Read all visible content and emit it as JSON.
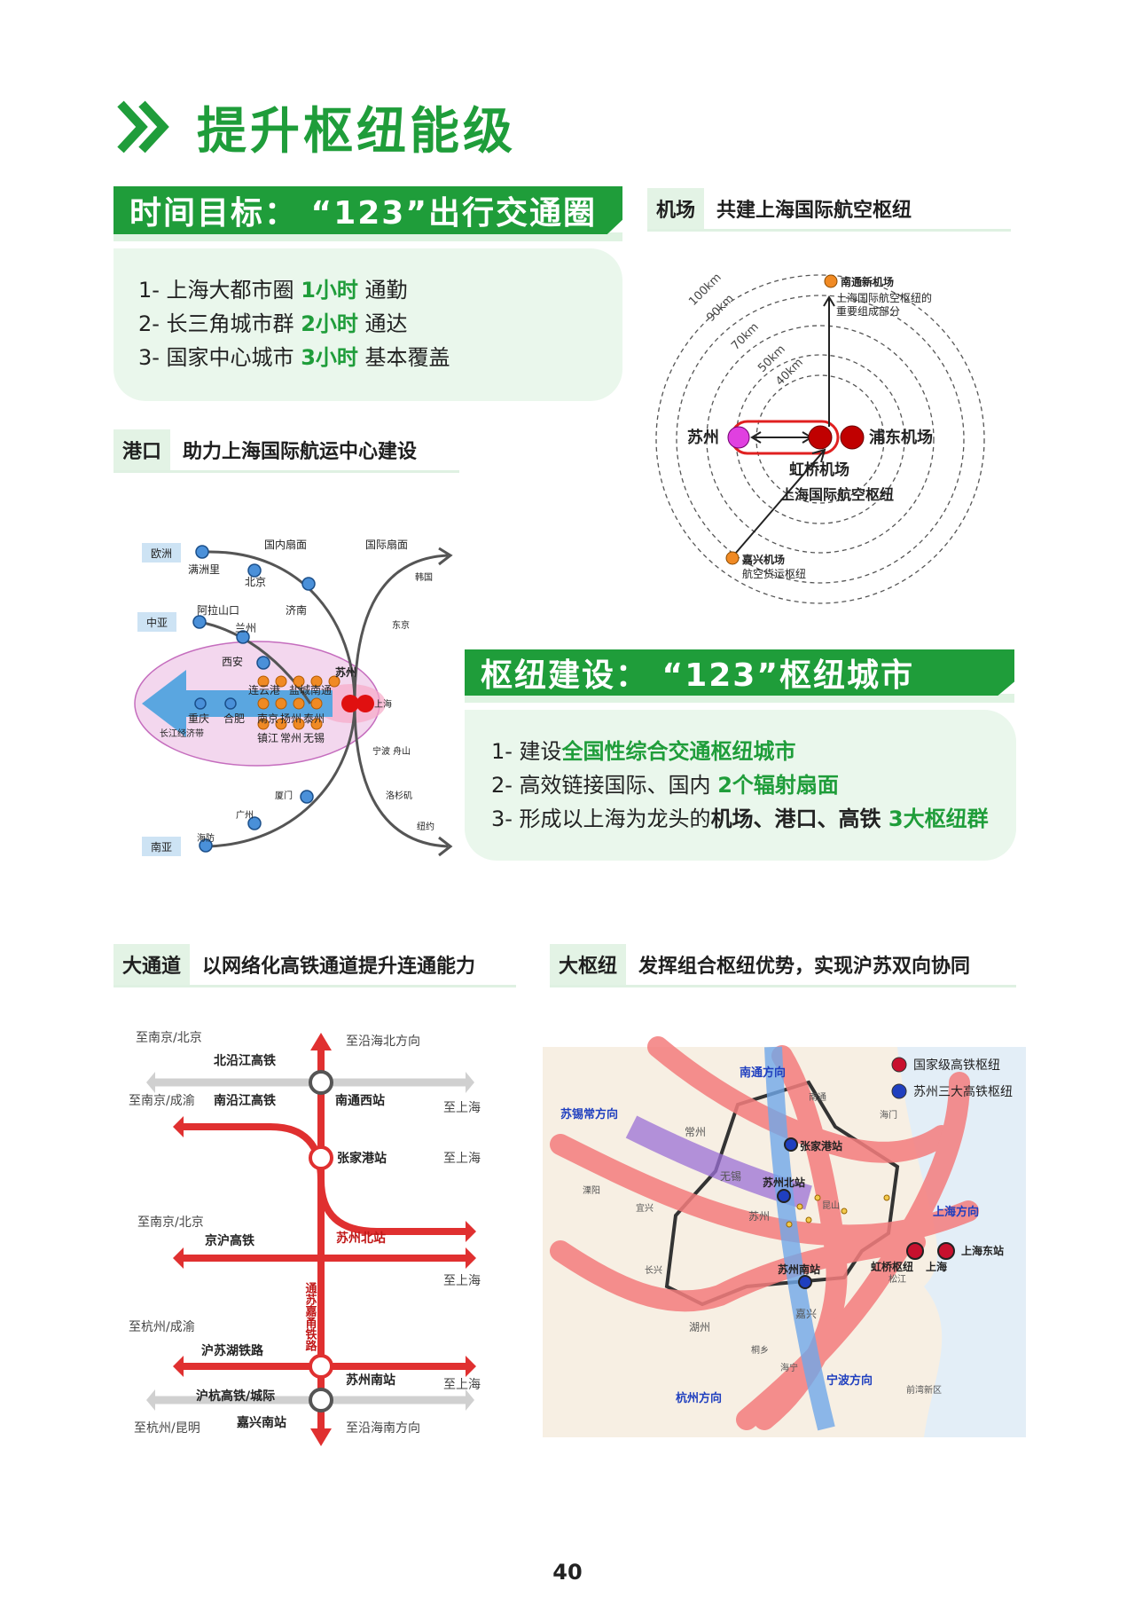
{
  "page_title": "提升枢纽能级",
  "time_goal": {
    "banner": "时间目标：  “123”出行交通圈",
    "items": [
      {
        "prefix": "1- 上海大都市圈 ",
        "highlight": "1小时",
        "suffix": " 通勤"
      },
      {
        "prefix": "2- 长三角城市群 ",
        "highlight": "2小时",
        "suffix": " 通达"
      },
      {
        "prefix": "3- 国家中心城市 ",
        "highlight": "3小时",
        "suffix": " 基本覆盖"
      }
    ]
  },
  "airport": {
    "tag": "机场",
    "title": "共建上海国际航空枢纽",
    "rings": [
      "100km",
      "90km",
      "70km",
      "50km",
      "40km"
    ],
    "nantong": "南通新机场",
    "nantong_note1": "上海国际航空枢纽的",
    "nantong_note2": "重要组成部分",
    "suzhou": "苏州",
    "pudong": "浦东机场",
    "hongqiao": "虹桥机场",
    "hub": "上海国际航空枢纽",
    "jiaxing": "嘉兴机场",
    "jiaxing_note": "航空货运枢纽"
  },
  "port": {
    "tag": "港口",
    "title": "助力上海国际航运中心建设",
    "labels": {
      "europe": "欧洲",
      "central_asia": "中亚",
      "south_asia": "南亚",
      "domestic_fan": "国内扇面",
      "intl_fan": "国际扇面",
      "manzhouli": "满洲里",
      "beijing": "北京",
      "alashankou": "阿拉山口",
      "lanzhou": "兰州",
      "jinan": "济南",
      "xian": "西安",
      "lianyungang": "连云港",
      "yancheng": "盐城",
      "nantong": "南通",
      "suzhou": "苏州",
      "shanghai": "上海",
      "chongqing": "重庆",
      "hefei": "合肥",
      "nanjing": "南京",
      "yangzhou": "扬州",
      "taizhou": "泰州",
      "zhenjiang": "镇江",
      "changzhou": "常州",
      "wuxi": "无锡",
      "yangtze_belt": "长江经济带",
      "korea": "韩国",
      "tokyo": "东京",
      "ningbo": "宁波 舟山",
      "xiamen": "厦门",
      "guangzhou": "广州",
      "haiphong": "海防",
      "losangeles": "洛杉矶",
      "newyork": "纽约"
    }
  },
  "hub_build": {
    "banner": "枢纽建设：  “123”枢纽城市",
    "items": [
      {
        "prefix": "1- 建设",
        "highlight": "全国性综合交通枢纽城市",
        "suffix": ""
      },
      {
        "prefix": "2- 高效链接国际、国内 ",
        "highlight": "2个辐射扇面",
        "suffix": ""
      },
      {
        "prefix": "3- 形成以上海为龙头的",
        "bold": "机场、港口、高铁 ",
        "highlight": "3大枢纽群"
      }
    ]
  },
  "corridor": {
    "tag": "大通道",
    "title": "以网络化高铁通道提升连通能力",
    "labels": {
      "to_nj_bj_1": "至南京/北京",
      "to_coastal_north": "至沿海北方向",
      "north_yangtze": "北沿江高铁",
      "to_nj_cy": "至南京/成渝",
      "south_yangtze": "南沿江高铁",
      "nantong_west": "南通西站",
      "to_sh_1": "至上海",
      "zhangjiagang": "张家港站",
      "to_sh_2": "至上海",
      "to_nj_bj_2": "至南京/北京",
      "jinghu": "京沪高铁",
      "suzhou_north": "苏州北站",
      "tongsujiayong": "通苏嘉甬铁路",
      "to_sh_3": "至上海",
      "to_hz_cy": "至杭州/成渝",
      "husuhu": "沪苏湖铁路",
      "suzhou_south": "苏州南站",
      "to_sh_4": "至上海",
      "huhang": "沪杭高铁/城际",
      "to_hz_km": "至杭州/昆明",
      "jiaxing_south": "嘉兴南站",
      "to_coastal_south": "至沿海南方向"
    }
  },
  "big_hub": {
    "tag": "大枢纽",
    "title": "发挥组合枢纽优势，实现沪苏双向协同",
    "legend": [
      "国家级高铁枢纽",
      "苏州三大高铁枢纽"
    ],
    "labels": {
      "nantong_dir": "南通方向",
      "suxichang_dir": "苏锡常方向",
      "changzhou": "常州",
      "zhangjiagang": "张家港站",
      "wuxi": "无锡",
      "suzhou_north": "苏州北站",
      "suzhou": "苏州",
      "kunshan": "昆山",
      "shanghai_dir": "上海方向",
      "shanghai_east": "上海东站",
      "hongqiao": "虹桥枢纽",
      "shanghai": "上海",
      "suzhou_south": "苏州南站",
      "jiaxing": "嘉兴",
      "huzhou": "湖州",
      "hangzhou_dir": "杭州方向",
      "ningbo_dir": "宁波方向",
      "nantong": "南通",
      "haimen": "海门",
      "liyang": "溧阳",
      "yixing": "宜兴",
      "changxing": "长兴",
      "tongxiang": "桐乡",
      "haining": "海宁",
      "qiantan": "前湾新区",
      "songjiang": "松江"
    },
    "colors": {
      "national": "#c8102e",
      "suzhou": "#1f3fbf"
    }
  },
  "page_number": "40",
  "colors": {
    "accent": "#1f9d3a",
    "light": "#eaf7ec"
  }
}
